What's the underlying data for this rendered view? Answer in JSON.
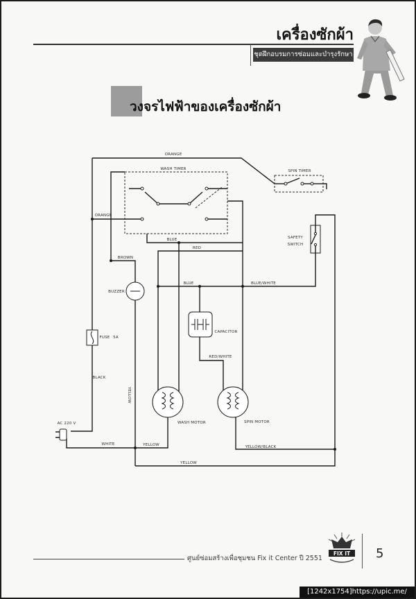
{
  "header": {
    "title": "เครื่องซักผ้า",
    "subtitle": "ชุดฝึกอบรมการซ่อมและบำรุงรักษา"
  },
  "section": {
    "title": "วงจรไฟฟ้าของเครื่องซักผ้า"
  },
  "diagram": {
    "labels": {
      "orange_top": "ORANGE",
      "wash_timer": "WASH TIMER",
      "spin_timer": "SPIN TIMER",
      "orange_left": "ORANGE",
      "blue_top": "BLUE",
      "red": "RED",
      "brown": "BROWN",
      "safety": "SAFETY",
      "switch": "SWITCH",
      "buzzer": "BUZZER",
      "blue": "BLUE",
      "blue_white": "BLUE/WHITE",
      "capacitor": "CAPACITOR",
      "fuse": "FUSE",
      "fuse_rating": "5A",
      "black": "BLACK",
      "yellow_vertical": "YELLOW",
      "red_white": "RED/WHITE",
      "wash_motor": "WASH MOTOR",
      "spin_motor": "SPIN MOTOR",
      "ac_supply": "AC 220 V",
      "white": "WHITE",
      "yellow_mid": "YELLOW",
      "yellow_black": "YELLOW/BLACK",
      "yellow_bottom": "YELLOW"
    }
  },
  "footer": {
    "text": "ศูนย์ซ่อมสร้างเพื่อชุมชน Fix it Center ปี 2551",
    "logo_text": "FIX IT",
    "page_number": "5"
  },
  "watermark": "[1242x1754]https://upic.me/"
}
